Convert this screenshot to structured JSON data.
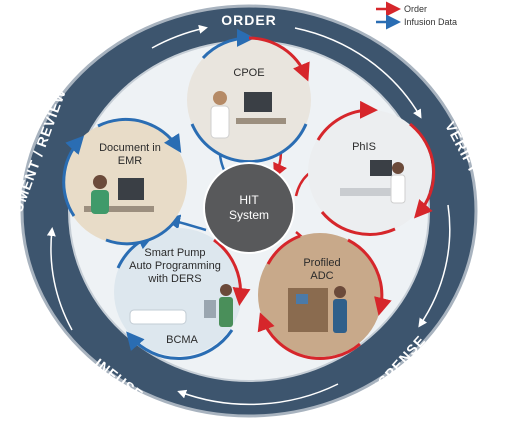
{
  "legend": {
    "order_label": "Order",
    "infusion_label": "Infusion Data",
    "order_color": "#d6262b",
    "infusion_color": "#2a6db3"
  },
  "ring": {
    "labels": [
      "ORDER",
      "VERIFY",
      "DISPENSE",
      "INFUSE",
      "DOCUMENT / REVIEW"
    ],
    "ring_color": "#3d556e",
    "arrow_color": "#ffffff"
  },
  "center": {
    "line1": "HIT",
    "line2": "System",
    "color": "#58595b"
  },
  "nodes": [
    {
      "id": "cpoe",
      "lines": [
        "CPOE"
      ]
    },
    {
      "id": "phis",
      "lines": [
        "PhIS"
      ]
    },
    {
      "id": "adc",
      "lines": [
        "Profiled",
        "ADC"
      ]
    },
    {
      "id": "pump",
      "lines": [
        "Smart Pump",
        "Auto Programming",
        "with DERS"
      ],
      "extra": "BCMA"
    },
    {
      "id": "emr",
      "lines": [
        "Document in",
        "EMR"
      ]
    }
  ]
}
